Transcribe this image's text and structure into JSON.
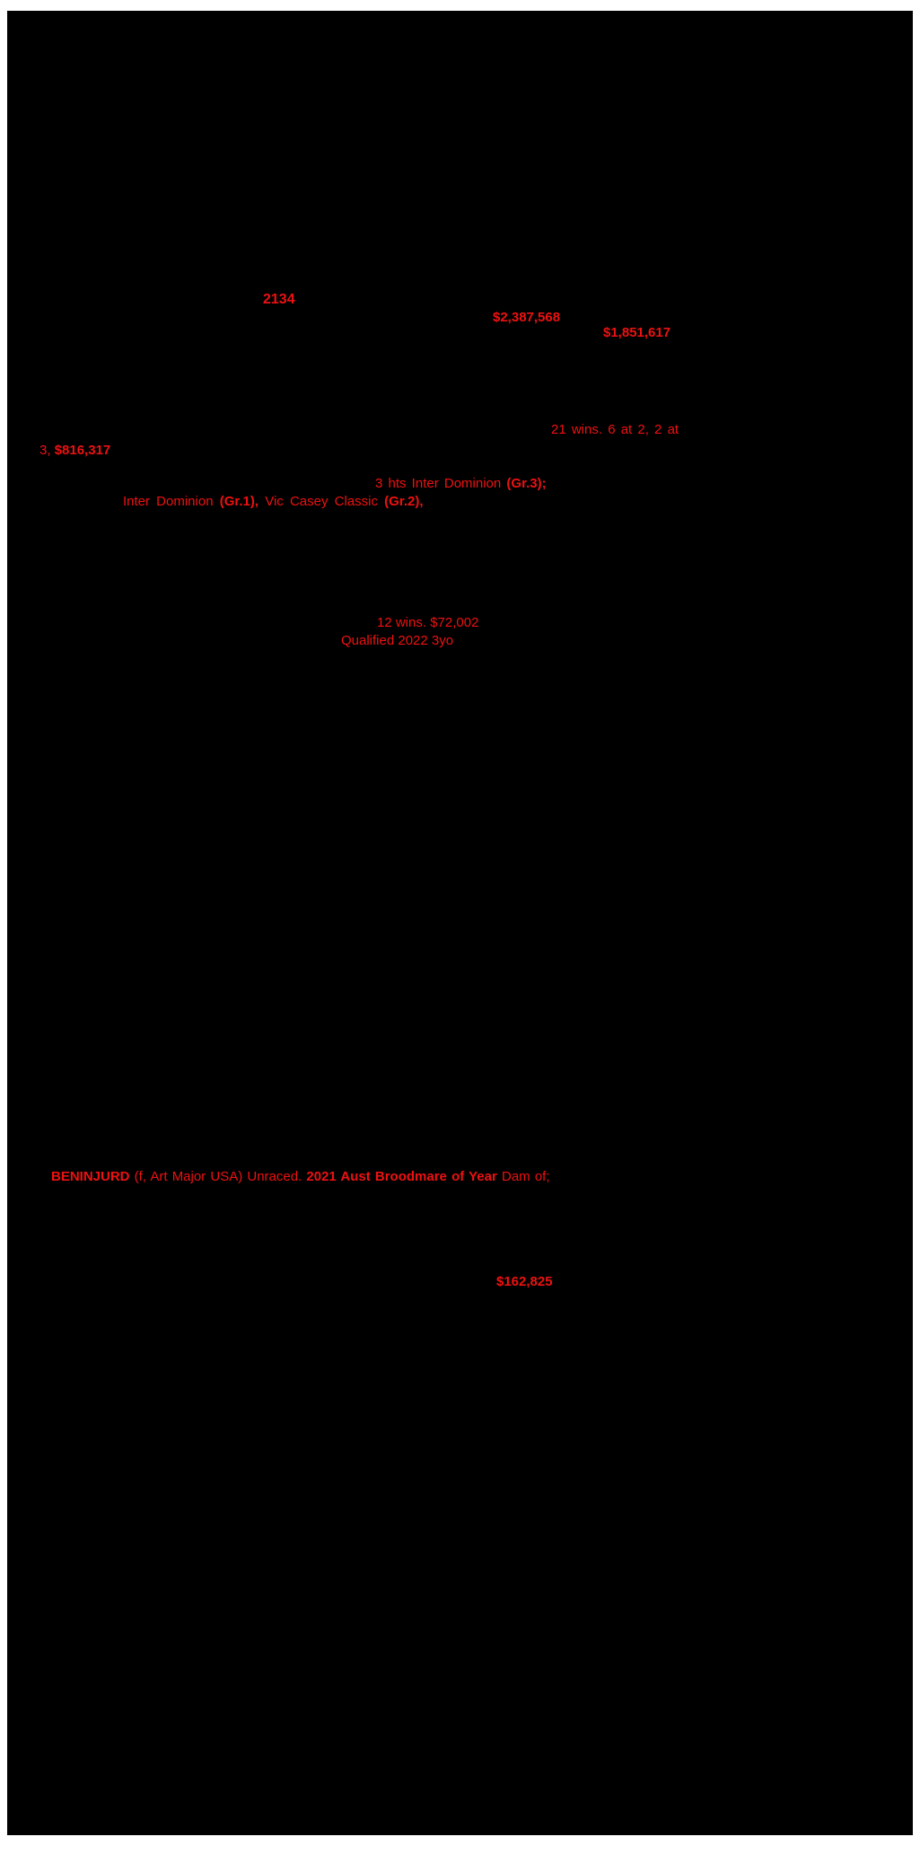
{
  "document": {
    "type": "horse-pedigree-catalogue-page",
    "background": "#000000",
    "accent_red": "#ee1111"
  },
  "fragments": [
    {
      "name": "lot-number",
      "segments": [
        {
          "t": "2134",
          "b": true
        }
      ]
    },
    {
      "name": "prizemoney-1",
      "segments": [
        {
          "t": "$2,387,568",
          "b": true
        }
      ]
    },
    {
      "name": "prizemoney-2",
      "segments": [
        {
          "t": "$1,851,617",
          "b": true
        }
      ]
    },
    {
      "name": "race-record-line-1",
      "segments": [
        {
          "t": "21 wins. 6 at 2, 2 at",
          "b": false
        }
      ]
    },
    {
      "name": "race-record-line-2",
      "segments": [
        {
          "t": "3, ",
          "b": false
        },
        {
          "t": "$816,317",
          "b": true
        }
      ]
    },
    {
      "name": "stakes-line-1",
      "segments": [
        {
          "t": "3 hts Inter Dominion ",
          "b": false
        },
        {
          "t": "(Gr.3);",
          "b": true
        }
      ]
    },
    {
      "name": "stakes-line-2",
      "segments": [
        {
          "t": "Inter Dominion ",
          "b": false
        },
        {
          "t": "(Gr.1),",
          "b": true
        },
        {
          "t": " Vic Casey Classic ",
          "b": false
        },
        {
          "t": "(Gr.2),",
          "b": true
        }
      ]
    },
    {
      "name": "race-record-line-3",
      "segments": [
        {
          "t": "12 wins. $72,002",
          "b": false
        }
      ]
    },
    {
      "name": "race-record-line-4",
      "segments": [
        {
          "t": "Qualified 2022 3yo",
          "b": false
        }
      ]
    },
    {
      "name": "broodmare-line",
      "segments": [
        {
          "t": "BENINJURD",
          "b": true
        },
        {
          "t": " (f, Art Major USA) Unraced. ",
          "b": false
        },
        {
          "t": "2021 Aust Broodmare of Year",
          "b": true
        },
        {
          "t": " Dam of;",
          "b": false
        }
      ]
    },
    {
      "name": "prizemoney-3",
      "segments": [
        {
          "t": "$162,825",
          "b": true
        }
      ]
    }
  ]
}
